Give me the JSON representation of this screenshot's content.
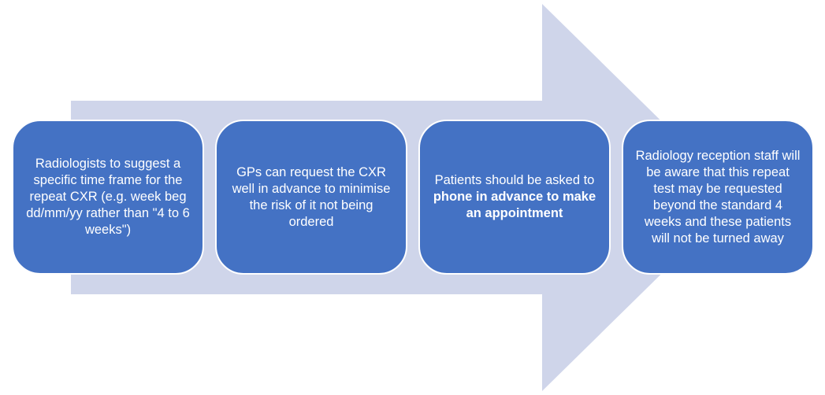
{
  "colors": {
    "arrow": "#cfd5ea",
    "box_fill": "#4472c4",
    "box_border": "#ffffff",
    "text": "#ffffff"
  },
  "steps": [
    {
      "text": "Radiologists to suggest a specific time frame for the repeat CXR (e.g. week beg dd/mm/yy rather than \"4 to 6 weeks\")"
    },
    {
      "text": "GPs can request the CXR well in advance to minimise the risk of it not being ordered"
    },
    {
      "text_plain": "Patients should be asked to ",
      "text_bold": "phone in advance to make an appointment"
    },
    {
      "text": "Radiology reception staff will be aware that this repeat test may be requested beyond the standard 4 weeks and these patients will not be turned away"
    }
  ]
}
